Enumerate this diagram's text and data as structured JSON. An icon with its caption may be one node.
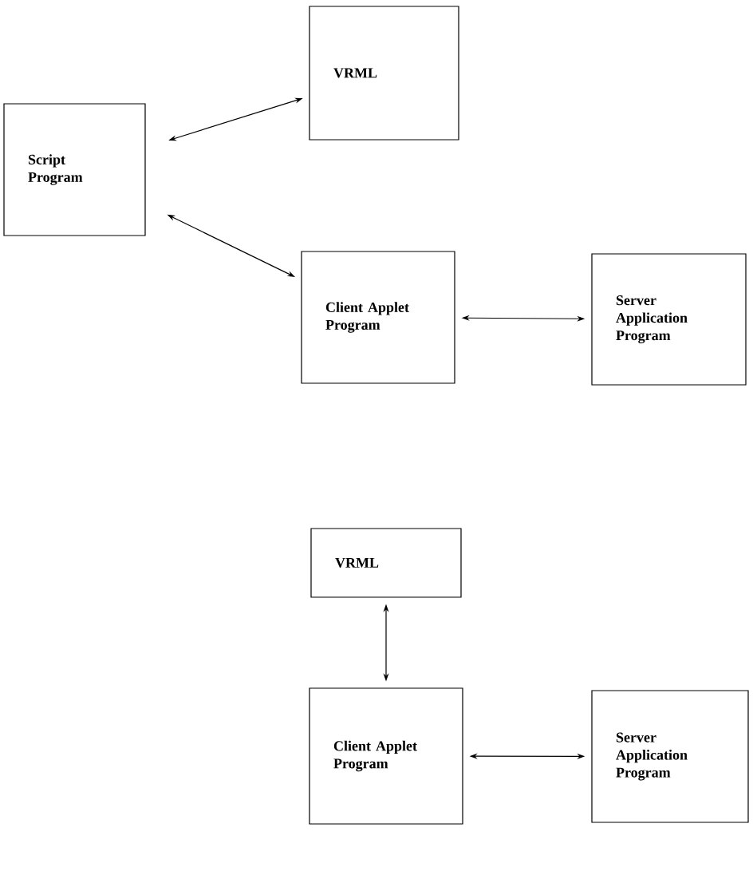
{
  "diagram": {
    "nodes": [
      {
        "text": [
          "Script Program"
        ]
      },
      {
        "text": [
          "VRML"
        ]
      },
      {
        "text": [
          "Client Applet Program"
        ]
      },
      {
        "text": [
          "Server Application Program"
        ]
      },
      {
        "text": [
          "VRML"
        ]
      },
      {
        "text": [
          "Client Applet Program"
        ]
      },
      {
        "text": [
          "Server Application Program"
        ]
      }
    ],
    "edges": [
      {
        "from": 0,
        "to": 1,
        "arrow": "both"
      },
      {
        "from": 0,
        "to": 2,
        "arrow": "both"
      },
      {
        "from": 2,
        "to": 3,
        "arrow": "both"
      },
      {
        "from": 4,
        "to": 5,
        "arrow": "both"
      },
      {
        "from": 5,
        "to": 6,
        "arrow": "both"
      }
    ]
  }
}
